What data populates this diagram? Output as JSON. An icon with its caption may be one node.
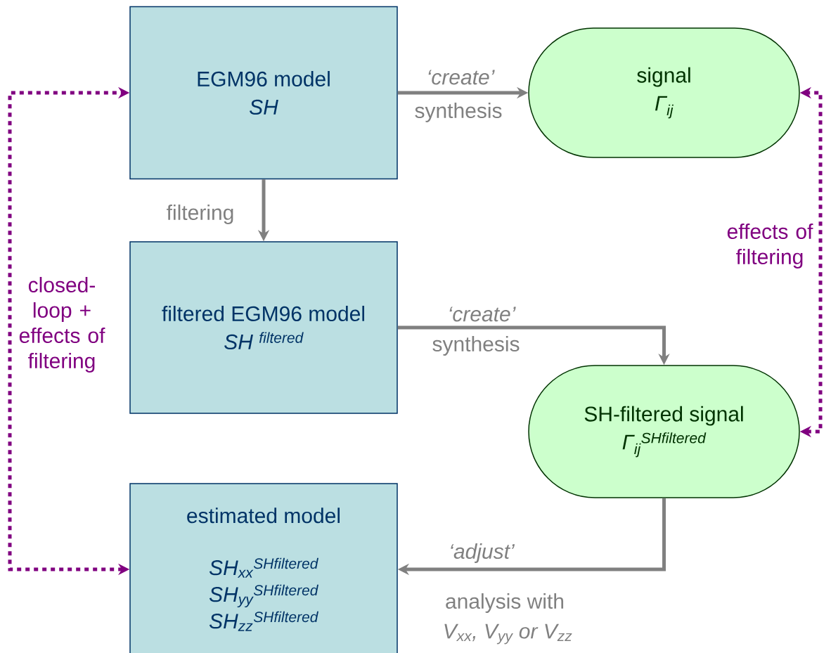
{
  "diagram": {
    "nodes": [
      {
        "text": [
          "EGM96 model",
          "SH"
        ]
      },
      {
        "text": [
          "signal",
          "Γ$_{ij}$"
        ]
      },
      {
        "text": [
          "filtered EGM96 model",
          "SH $^{filtered}$"
        ]
      },
      {
        "text": [
          "SH-filtered signal",
          "Γ$_{ij}$$^{SHfiltered}$"
        ]
      },
      {
        "text": [
          "estimated model",
          "SH$_{xx}$$^{SHfiltered}$",
          "SH$_{yy}$$^{SHfiltered}$",
          "SH$_{zz}$$^{SHfiltered}$"
        ]
      }
    ],
    "edges": [
      {
        "from": 0,
        "to": 1,
        "arrow": "to",
        "label": "‘create’"
      },
      {
        "from": 0,
        "to": 2,
        "arrow": "to",
        "label": "filtering"
      },
      {
        "from": 2,
        "to": 3,
        "arrow": "to",
        "label": "‘create’"
      },
      {
        "from": 3,
        "to": 4,
        "arrow": "to",
        "label": "‘adjust’"
      },
      {
        "from": 4,
        "to": 0,
        "arrow": "both",
        "label": "closed-loop + effects of filtering",
        "style": "dashed",
        "color": "#800080"
      },
      {
        "from": 3,
        "to": 1,
        "arrow": "both",
        "label": "effects of filtering",
        "style": "dashed",
        "color": "#800080"
      }
    ],
    "labels": [
      "synthesis",
      "synthesis",
      "analysis with",
      "V$_{xx}$, V$_{yy}$ or V$_{zz}$"
    ]
  }
}
